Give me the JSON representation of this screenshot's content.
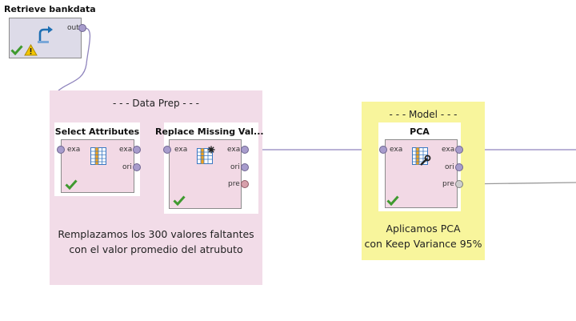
{
  "groups": {
    "data_prep": {
      "title": "- - - Data Prep - - -",
      "note_line1": "Remplazamos los 300 valores faltantes",
      "note_line2": "con el valor promedio del atrubuto",
      "color": "#f2dce8"
    },
    "model": {
      "title": "- - - Model - - -",
      "note_line1": "Aplicamos PCA",
      "note_line2": "con Keep Variance 95%",
      "color": "#f8f59c"
    }
  },
  "operators": {
    "retrieve": {
      "title": "Retrieve bankdata",
      "ports_out": [
        "out"
      ],
      "icon": "retrieve-arrow-icon",
      "status": [
        "check-icon",
        "warning-icon"
      ]
    },
    "select_attributes": {
      "title": "Select Attributes",
      "ports_in": [
        "exa"
      ],
      "ports_out": [
        "exa",
        "ori"
      ],
      "icon": "table-icon",
      "status": [
        "check-icon"
      ]
    },
    "replace_missing": {
      "title": "Replace Missing Val...",
      "ports_in": [
        "exa"
      ],
      "ports_out": [
        "exa",
        "ori",
        "pre"
      ],
      "icon": "table-star-icon",
      "status": [
        "check-icon"
      ]
    },
    "pca": {
      "title": "PCA",
      "ports_in": [
        "exa"
      ],
      "ports_out": [
        "exa",
        "ori",
        "pre"
      ],
      "icon": "table-wrench-icon",
      "status": [
        "check-icon"
      ]
    }
  },
  "colors": {
    "port_example": "#a79ccc",
    "port_preprocessing": "#d7a0ab",
    "wire": "#8f84bd",
    "status_ok": "#3f9a2f",
    "status_warn": "#f2c500"
  }
}
